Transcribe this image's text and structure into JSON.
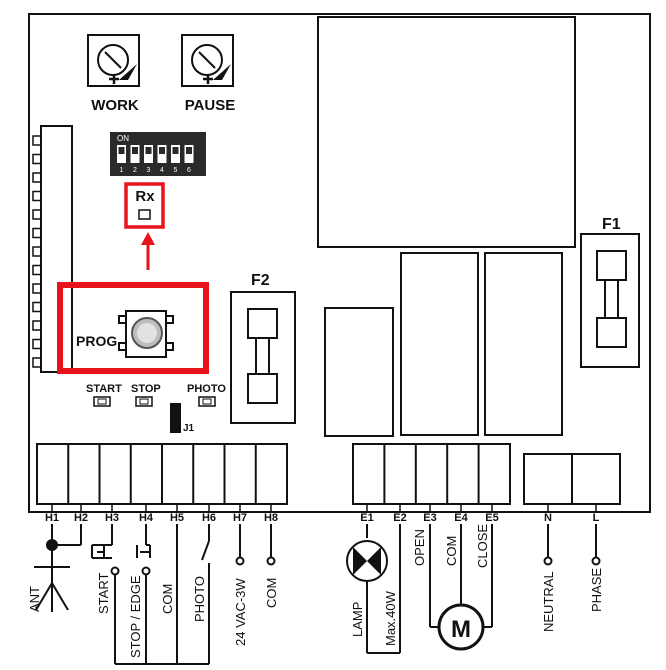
{
  "trimmers": [
    {
      "id": "work",
      "label": "WORK"
    },
    {
      "id": "pause",
      "label": "PAUSE"
    }
  ],
  "dip_switch": {
    "on_label": "ON",
    "positions": [
      "1",
      "2",
      "3",
      "4",
      "5",
      "6"
    ]
  },
  "receiver": {
    "label": "Rx"
  },
  "prog_button": {
    "label": "PROG"
  },
  "fuses": [
    {
      "label": "F1"
    },
    {
      "label": "F2"
    }
  ],
  "indicator_leds": [
    {
      "label": "START"
    },
    {
      "label": "STOP"
    },
    {
      "label": "PHOTO"
    }
  ],
  "jumper": {
    "label": "J1"
  },
  "terminals_h": [
    "H1",
    "H2",
    "H3",
    "H4",
    "H5",
    "H6",
    "H7",
    "H8"
  ],
  "terminals_e": [
    "E1",
    "E2",
    "E3",
    "E4",
    "E5"
  ],
  "terminals_power": [
    "N",
    "L"
  ],
  "wiring_labels": {
    "ant": "ANT",
    "start": "START",
    "stop_edge": "STOP / EDGE",
    "com1": "COM",
    "photo": "PHOTO",
    "vac": "24 VAC-3W",
    "com2": "COM",
    "lamp": "LAMP",
    "lamp_power": "Max.40W",
    "open": "OPEN",
    "com3": "COM",
    "close": "CLOSE",
    "neutral": "NEUTRAL",
    "phase": "PHASE",
    "motor": "M"
  },
  "colors": {
    "highlight": "#e8131b",
    "line": "#111111",
    "board": "#ffffff"
  }
}
